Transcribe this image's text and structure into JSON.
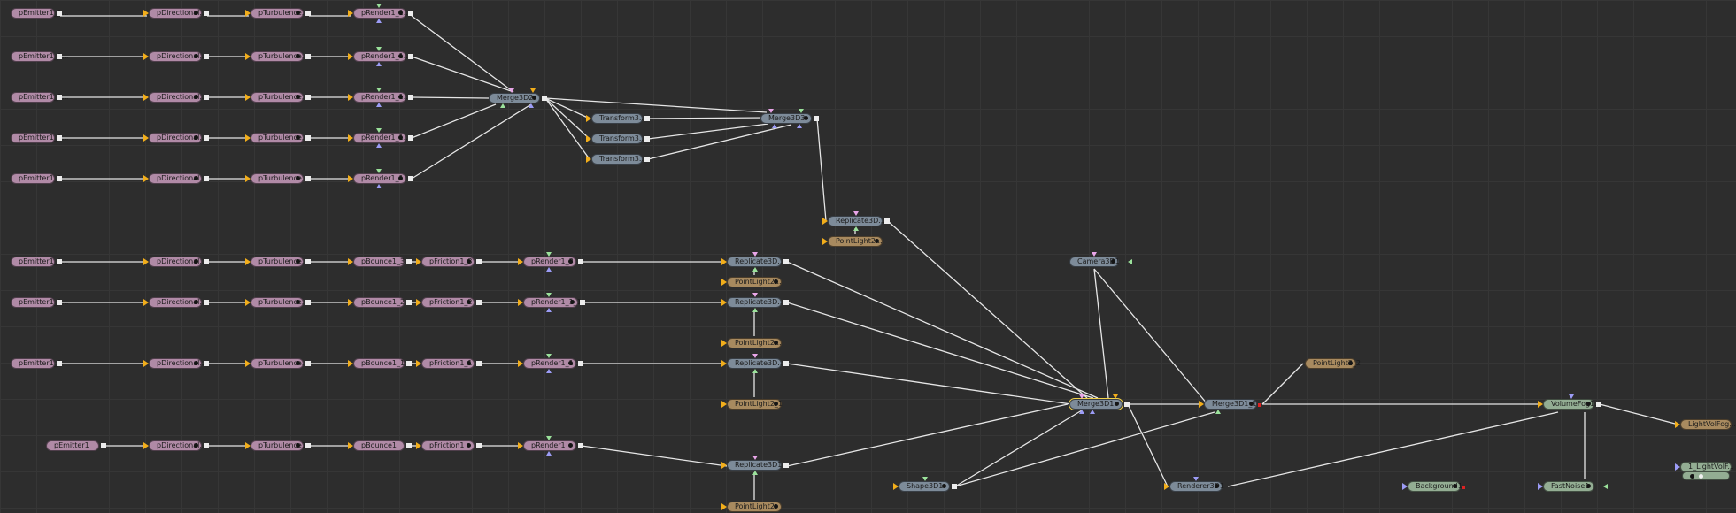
{
  "colors": {
    "particle": "#b08aa6",
    "threed": "#7d8b99",
    "light": "#a88a5f",
    "green": "#93ad93",
    "wire": "#e6e6e6",
    "input_pin": "#f2ae1b"
  },
  "nodes": {
    "pe_r1": "pEmitter1_1...",
    "pd_r1": "pDirectional...",
    "pt_r1": "pTurbulence...",
    "pr_r1": "pRender1_1...",
    "pe_r2": "pEmitter1_1...",
    "pd_r2": "pDirectional...",
    "pt_r2": "pTurbulence...",
    "pr_r2": "pRender1_1...",
    "pe_r3": "pEmitter1_1...",
    "pd_r3": "pDirectional...",
    "pt_r3": "pTurbulence...",
    "pr_r3": "pRender1_1...",
    "pe_r4": "pEmitter1_1...",
    "pd_r4": "pDirectional...",
    "pt_r4": "pTurbulence...",
    "pr_r4": "pRender1_1...",
    "pe_r5": "pEmitter1_1...",
    "pd_r5": "pDirectional...",
    "pt_r5": "pTurbulence...",
    "pr_r5": "pRender1_1...",
    "merge3d2": "Merge3D2",
    "tr1": "Transform3...",
    "tr2": "Transform3...",
    "tr3": "Transform3...",
    "merge3d3": "Merge3D3",
    "rep_top": "Replicate3D...",
    "pl_top": "PointLight2...",
    "pe_r6": "pEmitter1_1...",
    "pd_r6": "pDirectional...",
    "pt_r6": "pTurbulence...",
    "pb_r6": "pBounce1_3",
    "pf_r6": "pFriction1_3",
    "pr_r6": "pRender1_3",
    "rep_r6": "Replicate3D...",
    "pl_r6": "PointLight2...",
    "pe_r7": "pEmitter1_1...",
    "pd_r7": "pDirectional...",
    "pt_r7": "pTurbulence...",
    "pb_r7": "pBounce1_2",
    "pf_r7": "pFriction1_2",
    "pr_r7": "pRender1_1_1",
    "rep_r7": "Replicate3D...",
    "pl_r7": "PointLight2...",
    "pe_r8": "pEmitter1_1",
    "pd_r8": "pDirectional...",
    "pt_r8": "pTurbulence...",
    "pb_r8": "pBounce1_1",
    "pf_r8": "pFriction1_1",
    "pr_r8": "pRender1_1",
    "rep_r8": "Replicate3D...",
    "pl_r8": "PointLight2_1",
    "pe_r9": "pEmitter1",
    "pd_r9": "pDirectional...",
    "pt_r9": "pTurbulence1",
    "pb_r9": "pBounce1",
    "pf_r9": "pFriction1",
    "pr_r9": "pRender1",
    "rep_r9": "Replicate3D1",
    "pl_r9": "PointLight2",
    "camera": "Camera3D1",
    "merge3d1": "Merge3D1",
    "merge3d1_1": "Merge3D1_1",
    "pointlight2_2": "PointLight2_2",
    "shape": "Shape3D1",
    "renderer": "Renderer3D1",
    "background": "Background1",
    "volumefog": "VolumeFog1...",
    "fastnoise": "FastNoise1",
    "lightvolfog": "LightVolFog...",
    "lightvolf2": "1_LightVolF..."
  }
}
